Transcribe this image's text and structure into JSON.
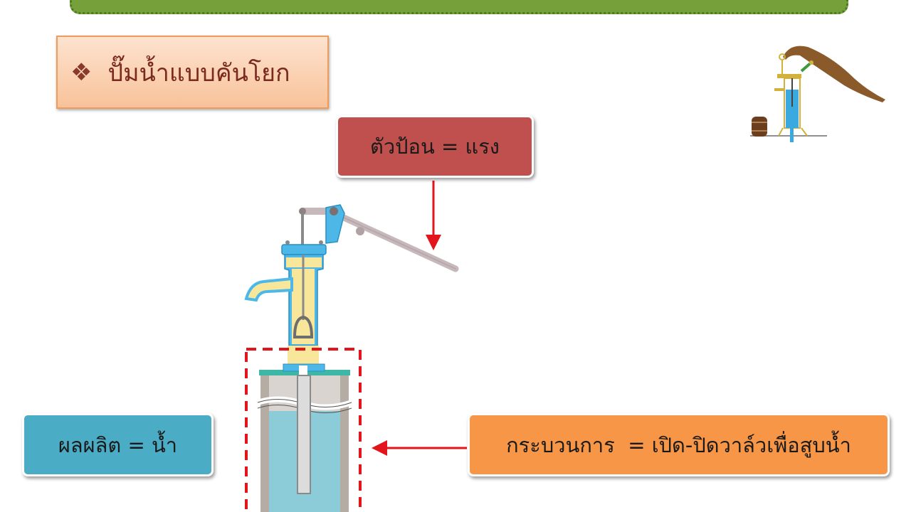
{
  "title": {
    "bullet": "❖",
    "text": "ปั๊มน้ำแบบคันโยก"
  },
  "input": {
    "text": "ตัวป้อน = แรง"
  },
  "output": {
    "text": "ผลผลิต = น้ำ"
  },
  "process": {
    "text": "กระบวนการ  = เปิด-ปิดวาล์วเพื่อสูบน้ำ"
  },
  "colors": {
    "banner": "#76a13a",
    "input_box": "#c0504d",
    "output_box": "#4bacc6",
    "process_box": "#f79646",
    "arrow": "#e3141b"
  }
}
